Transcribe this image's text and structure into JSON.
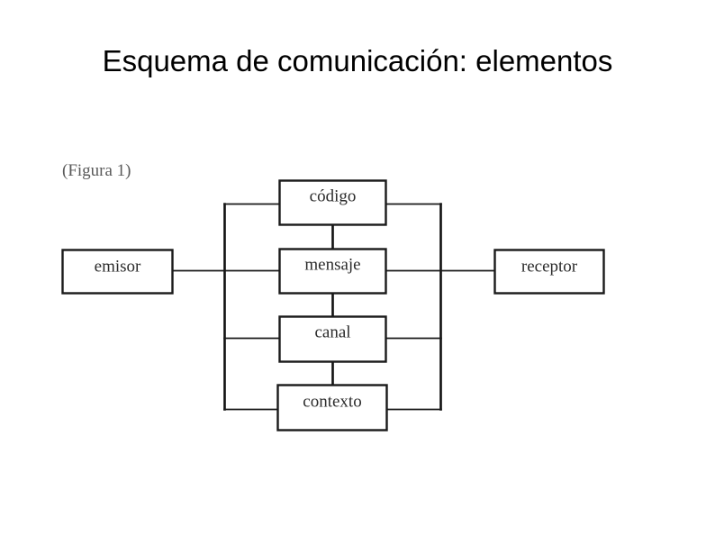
{
  "slide": {
    "title": "Esquema de comunicación: elementos",
    "background_color": "#ffffff",
    "title_color": "#000000"
  },
  "figure": {
    "caption": "(Figura 1)",
    "caption_color": "#5a5a5a",
    "line_color": "#1a1a1a",
    "box_fill": "#ffffff",
    "box_label_color": "#2b2b2b",
    "nodes": {
      "emisor": "emisor",
      "receptor": "receptor",
      "codigo": "código",
      "mensaje": "mensaje",
      "canal": "canal",
      "contexto": "contexto"
    }
  }
}
